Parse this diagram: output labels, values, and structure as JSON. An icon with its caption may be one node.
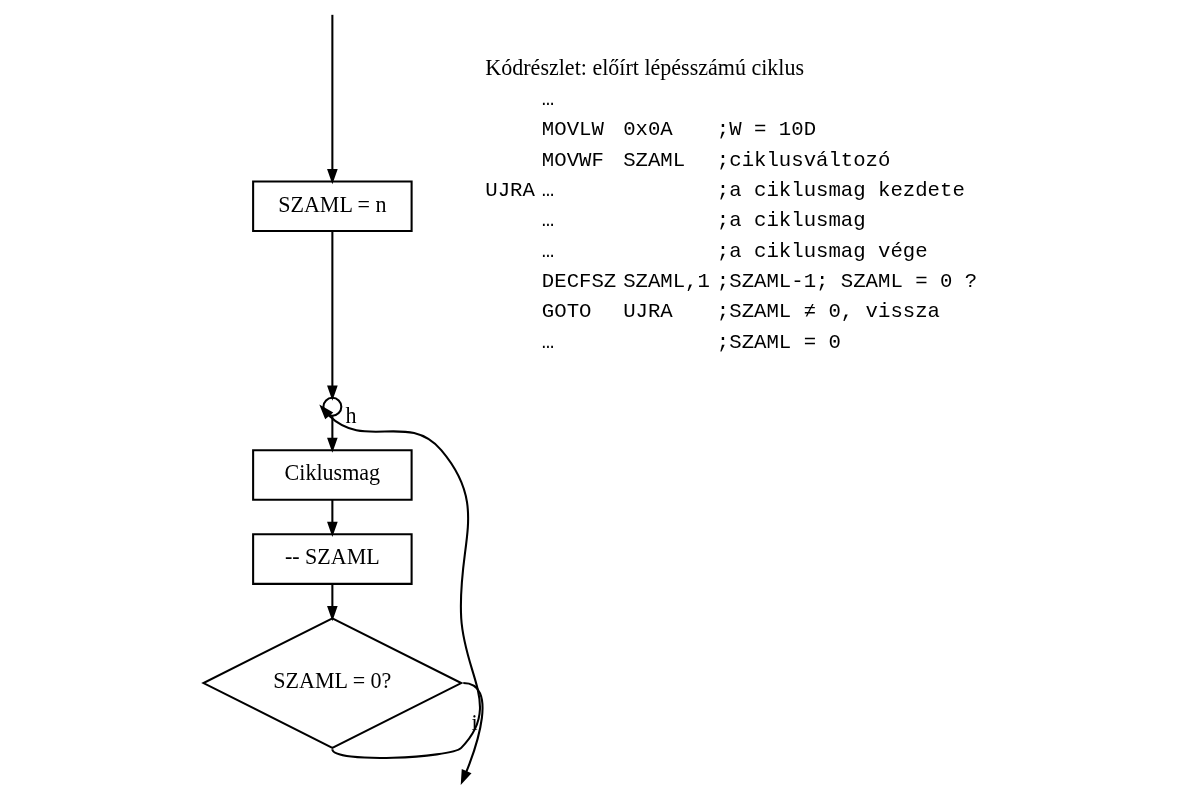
{
  "diagram": {
    "nodes": [
      {
        "text": [
          "SZAML = n"
        ]
      },
      {
        "text": [],
        "shape": "circle"
      },
      {
        "text": [
          "Ciklusmag"
        ]
      },
      {
        "text": [
          "-- SZAML"
        ]
      },
      {
        "text": [
          "SZAML = 0?"
        ]
      }
    ],
    "edges": [
      {
        "from": null,
        "to": 0,
        "arrow": "to"
      },
      {
        "from": 0,
        "to": 1,
        "arrow": "to"
      },
      {
        "from": 1,
        "to": 2,
        "arrow": "to"
      },
      {
        "from": 2,
        "to": 3,
        "arrow": "to"
      },
      {
        "from": 3,
        "to": 4,
        "arrow": "to"
      },
      {
        "from": 4,
        "to": 1,
        "arrow": "to",
        "label": "h"
      },
      {
        "from": 4,
        "to": null,
        "arrow": "to",
        "label": "i"
      }
    ],
    "labels": [
      "Kódrészlet: előírt lépésszámú ciklus",
      "…",
      "MOVLW",
      "0x0A",
      ";W = 10D",
      "MOVWF",
      "SZAML",
      ";ciklusváltozó",
      "UJRA",
      "…",
      ";a ciklusmag kezdete",
      "…",
      ";a ciklusmag",
      "…",
      ";a ciklusmag vége",
      "DECFSZ",
      "SZAML,1",
      ";SZAML-1; SZAML = 0 ?",
      "GOTO",
      "UJRA",
      ";SZAML ≠ 0, vissza",
      "…",
      ";SZAML = 0"
    ]
  }
}
